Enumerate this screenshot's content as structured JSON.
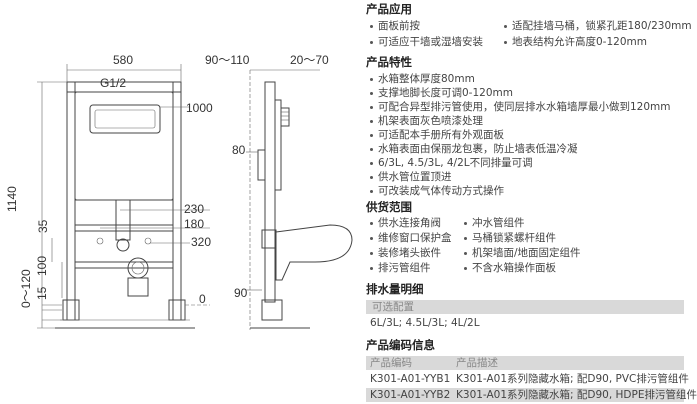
{
  "drawing": {
    "front": {
      "width_580": "580",
      "g12": "G1/2",
      "h1000": "1000",
      "h1140": "1140",
      "d230": "230",
      "d180": "180",
      "d35": "35",
      "d320": "320",
      "d100": "100",
      "d0_120": "0～120",
      "d15": "15",
      "d0": "0"
    },
    "side": {
      "w90_110": "90～110",
      "w20_70": "20～70",
      "d80": "80",
      "d90": "90"
    }
  },
  "spec": {
    "application": {
      "heading": "产品应用",
      "items": [
        "面板前按",
        "适配挂墙马桶，锁紧孔距180/230mm",
        "可适应干墙或湿墙安装",
        "地表结构允许高度0-120mm"
      ]
    },
    "features": {
      "heading": "产品特性",
      "items": [
        "水箱整体厚度80mm",
        "支撑地脚长度可调0-120mm",
        "可配合异型排污管使用，使同层排水水箱墙厚最小做到120mm",
        "机架表面灰色喷漆处理",
        "可适配本手册所有外观面板",
        "水箱表面由保丽龙包裹，防止墙表低温冷凝",
        "6/3L, 4.5/3L, 4/2L不同排量可调",
        "供水管位置顶进",
        "可改装成气体传动方式操作"
      ]
    },
    "supply": {
      "heading": "供货范围",
      "items": [
        "供水连接角阀",
        "冲水管组件",
        "维修窗口保护盒",
        "马桶锁紧螺杆组件",
        "装修堵头嵌件",
        "机架墙面/地面固定组件",
        "排污管组件",
        "不含水箱操作面板"
      ]
    },
    "flush": {
      "heading": "排水量明细",
      "config_label": "可选配置",
      "config_value": "6L/3L; 4.5L/3L; 4L/2L"
    },
    "codes": {
      "heading": "产品编码信息",
      "col_code": "产品编码",
      "col_desc": "产品描述",
      "rows": [
        {
          "code": "K301-A01-YYB1",
          "desc": "K301-A01系列隐藏水箱; 配D90, PVC排污管组件"
        },
        {
          "code": "K301-A01-YYB2",
          "desc": "K301-A01系列隐藏水箱; 配D90, HDPE排污管组件"
        }
      ]
    }
  }
}
